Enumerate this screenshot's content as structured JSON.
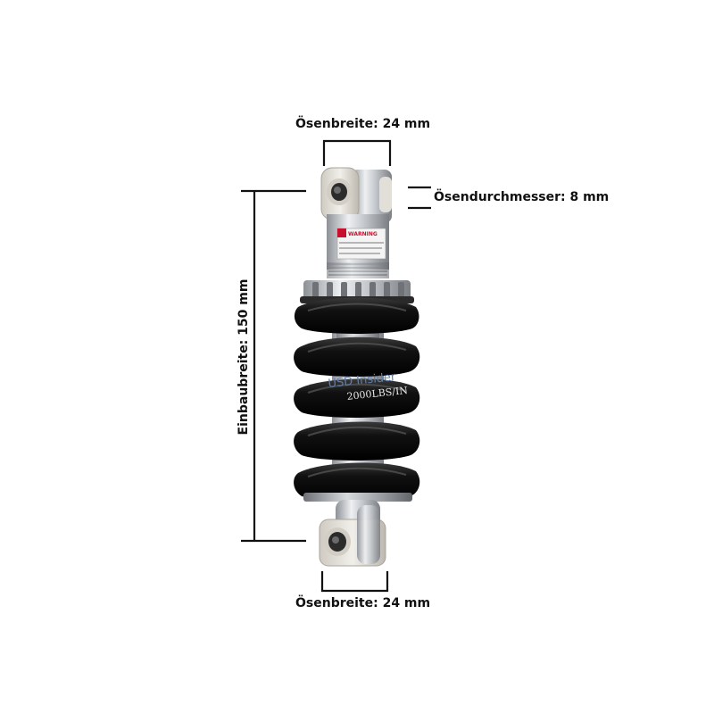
{
  "dimensions": {
    "eye_width_top": "Ösenbreite: 24 mm",
    "eye_width_bottom": "Ösenbreite: 24 mm",
    "eye_diameter": "Ösendurchmesser: 8 mm",
    "mounting_length": "Einbaubreite: 150 mm"
  },
  "product": {
    "spring_rating": "2000LBS/IN",
    "brand_fragment": "USD Insider",
    "warning_title": "WARNING",
    "colors": {
      "spring": "#0d0d0d",
      "body": "#c9ccd0",
      "bushing": "#e6e3dc",
      "dimension_line": "#111111"
    }
  }
}
